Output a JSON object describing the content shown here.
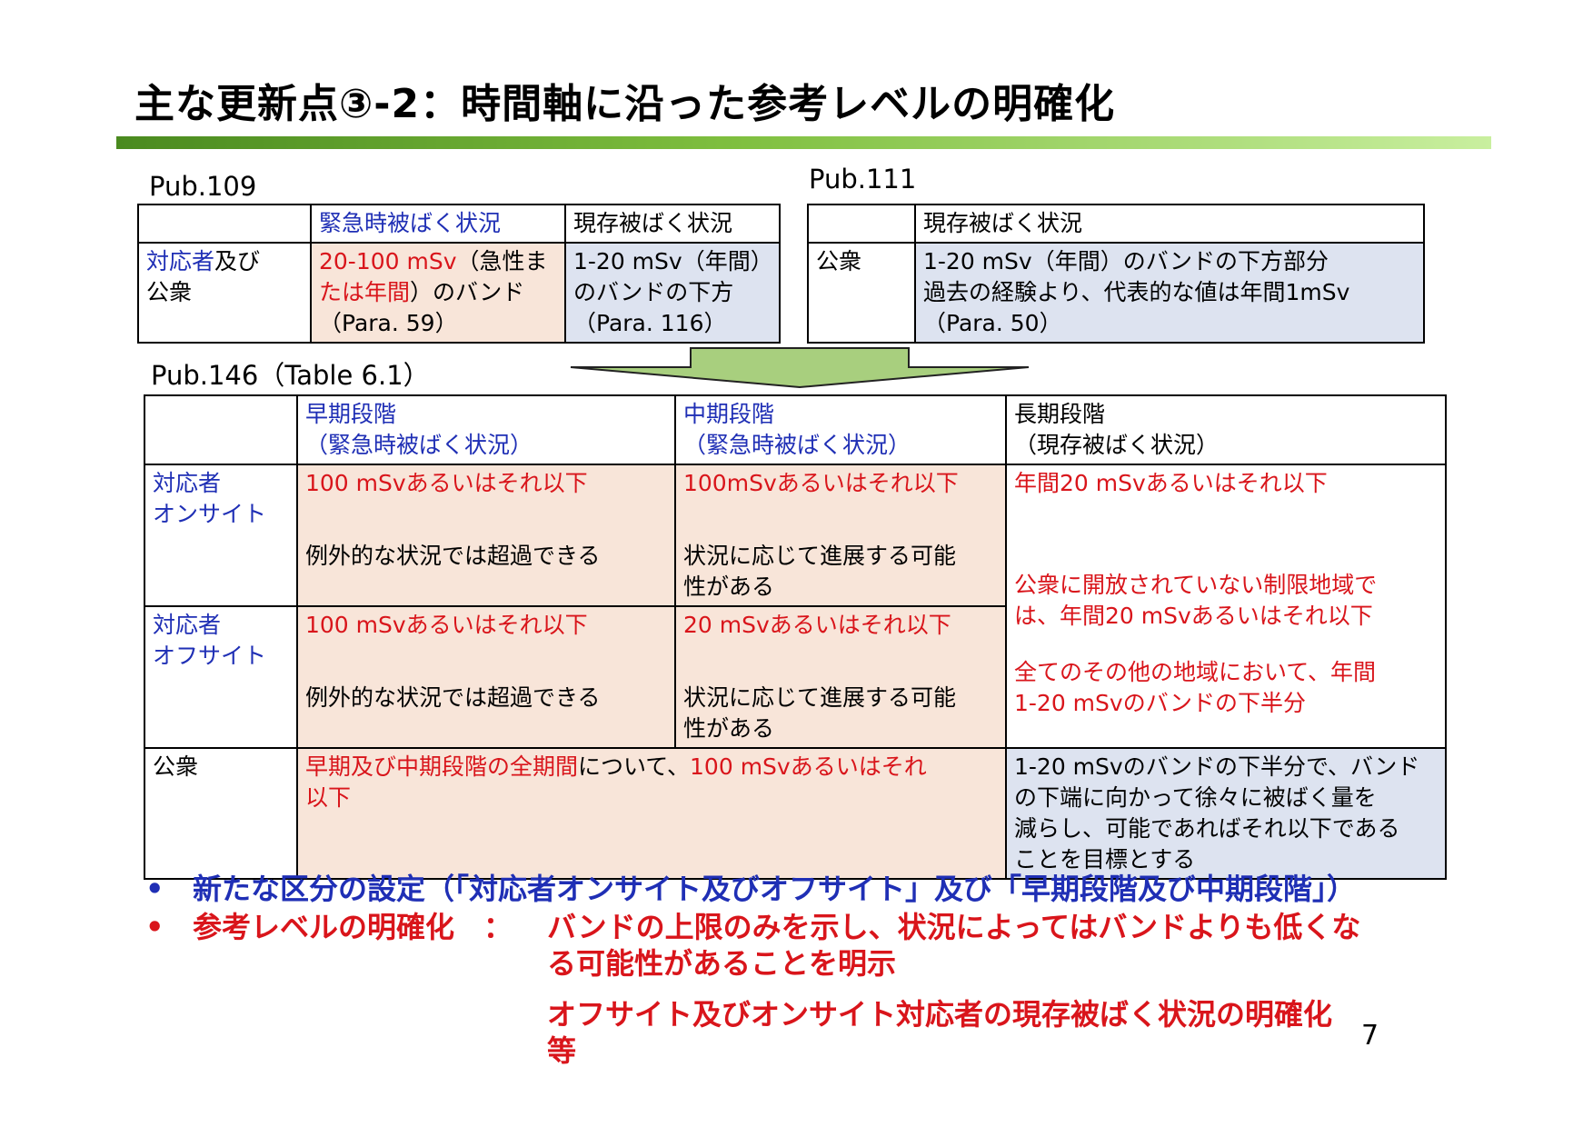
{
  "title": "主な更新点③-2：時間軸に沿った参考レベルの明確化",
  "pub109": {
    "label": "Pub.109",
    "header": [
      "",
      "緊急時被ばく状況",
      "現存被ばく状況"
    ],
    "row_label_1": "対応者",
    "row_label_2": "及び",
    "row_label_3": "公衆",
    "emergency_1": "20-100 mSv",
    "emergency_2": "（急性ま",
    "emergency_3": "たは年間",
    "emergency_4": "）のバンド",
    "emergency_5": "（Para. 59）",
    "existing_1": "1-20 mSv（年間）",
    "existing_2": "のバンドの下方",
    "existing_3": "（Para. 116）"
  },
  "pub111": {
    "label": "Pub.111",
    "header": [
      "",
      "現存被ばく状況"
    ],
    "row_label": "公衆",
    "line1": "1-20 mSv（年間）のバンドの下方部分",
    "line2": "過去の経験より、代表的な値は年間1mSv",
    "line3": "（Para. 50）"
  },
  "pub146": {
    "label": "Pub.146（Table 6.1）",
    "header": {
      "early_1": "早期段階",
      "early_2": "（緊急時被ばく状況）",
      "mid_1": "中期段階",
      "mid_2": "（緊急時被ばく状況）",
      "long_1": "長期段階",
      "long_2": "（現存被ばく状況）"
    },
    "onsite": {
      "label_1": "対応者",
      "label_2": "オンサイト",
      "early_1": "100 mSvあるいはそれ以下",
      "early_2": "例外的な状況では超過できる",
      "mid_1": "100mSvあるいはそれ以下",
      "mid_2": "状況に応じて進展する可能",
      "mid_3": "性がある"
    },
    "long_responders": {
      "line1": "年間20 mSvあるいはそれ以下",
      "line2": "公衆に開放されていない制限地域で",
      "line3": "は、年間20 mSvあるいはそれ以下",
      "line4": "全てのその他の地域において、年間",
      "line5": "1-20 mSvのバンドの下半分"
    },
    "offsite": {
      "label_1": "対応者",
      "label_2": "オフサイト",
      "early_1": "100 mSvあるいはそれ以下",
      "early_2": "例外的な状況では超過できる",
      "mid_1": "20 mSvあるいはそれ以下",
      "mid_2": "状況に応じて進展する可能",
      "mid_3": "性がある"
    },
    "public": {
      "label": "公衆",
      "early_mid_a": "早期及び中期段階の全期間",
      "early_mid_b": "について、",
      "early_mid_c": "100 mSvあるいはそれ",
      "early_mid_d": "以下",
      "long_1": "1-20 mSvのバンドの下半分で、バンド",
      "long_2": "の下端に向かって徐々に被ばく量を",
      "long_3": "減らし、可能であればそれ以下である",
      "long_4": "ことを目標とする"
    }
  },
  "bullets": {
    "b1": "新たな区分の設定（「対応者オンサイト及びオフサイト」及び「早期段階及び中期段階」）",
    "b2_label": "参考レベルの明確化　：",
    "b2_line1": "バンドの上限のみを示し、状況によってはバンドよりも低くな",
    "b2_line2": "る可能性があることを明示",
    "b2_line3": "オフサイト及びオンサイト対応者の現存被ばく状況の明確化",
    "b2_line4": "等"
  },
  "page_number": "7",
  "colors": {
    "blue_text": "#1f2fb5",
    "red_text": "#d9151b",
    "peach_bg": "#f8e5d9",
    "blue_bg": "#dde3f0",
    "arrow_fill": "#a8cf7e"
  }
}
